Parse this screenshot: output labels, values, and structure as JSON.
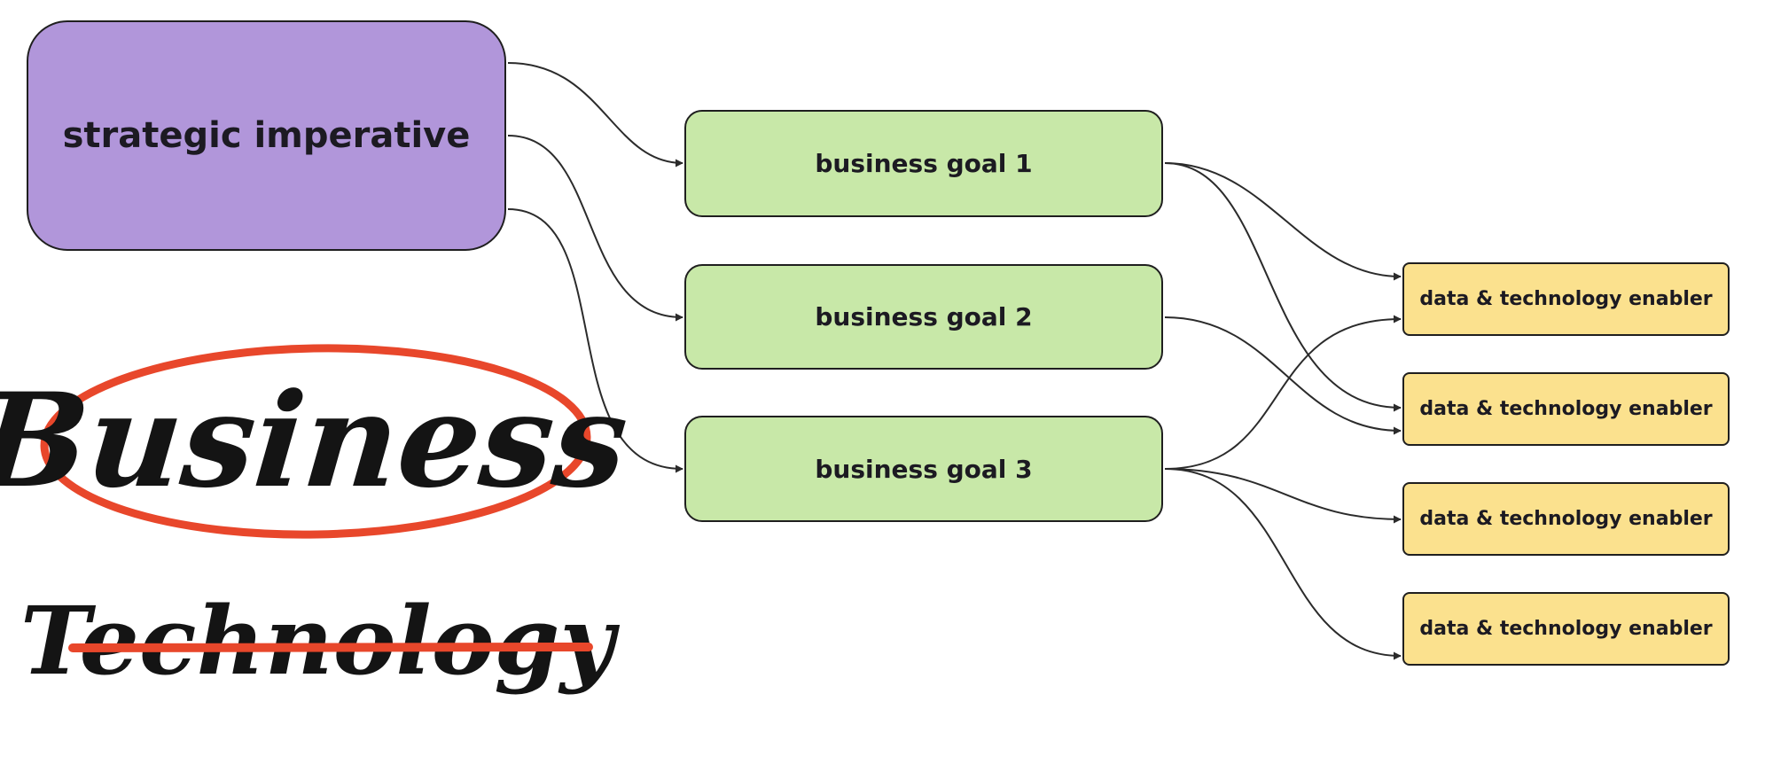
{
  "nodes": {
    "imperative": "strategic imperative",
    "goals": [
      "business goal 1",
      "business goal 2",
      "business goal 3"
    ],
    "enablers": [
      "data & technology enabler",
      "data & technology enabler",
      "data & technology enabler",
      "data & technology enabler"
    ]
  },
  "annotations": {
    "emphasized_word": "Business",
    "struck_word": "Technology"
  },
  "edges": [
    {
      "from": "strategic imperative",
      "to": "business goal 1"
    },
    {
      "from": "strategic imperative",
      "to": "business goal 2"
    },
    {
      "from": "strategic imperative",
      "to": "business goal 3"
    },
    {
      "from": "business goal 1",
      "to": "data & technology enabler 1"
    },
    {
      "from": "business goal 1",
      "to": "data & technology enabler 2"
    },
    {
      "from": "business goal 2",
      "to": "data & technology enabler 2"
    },
    {
      "from": "business goal 3",
      "to": "data & technology enabler 1"
    },
    {
      "from": "business goal 3",
      "to": "data & technology enabler 3"
    },
    {
      "from": "business goal 3",
      "to": "data & technology enabler 4"
    }
  ],
  "colors": {
    "imperative_fill": "#b196da",
    "goal_fill": "#c8e8a8",
    "enabler_fill": "#fbe18e",
    "annotation_red": "#e8472b",
    "connector": "#2b2b2b"
  }
}
